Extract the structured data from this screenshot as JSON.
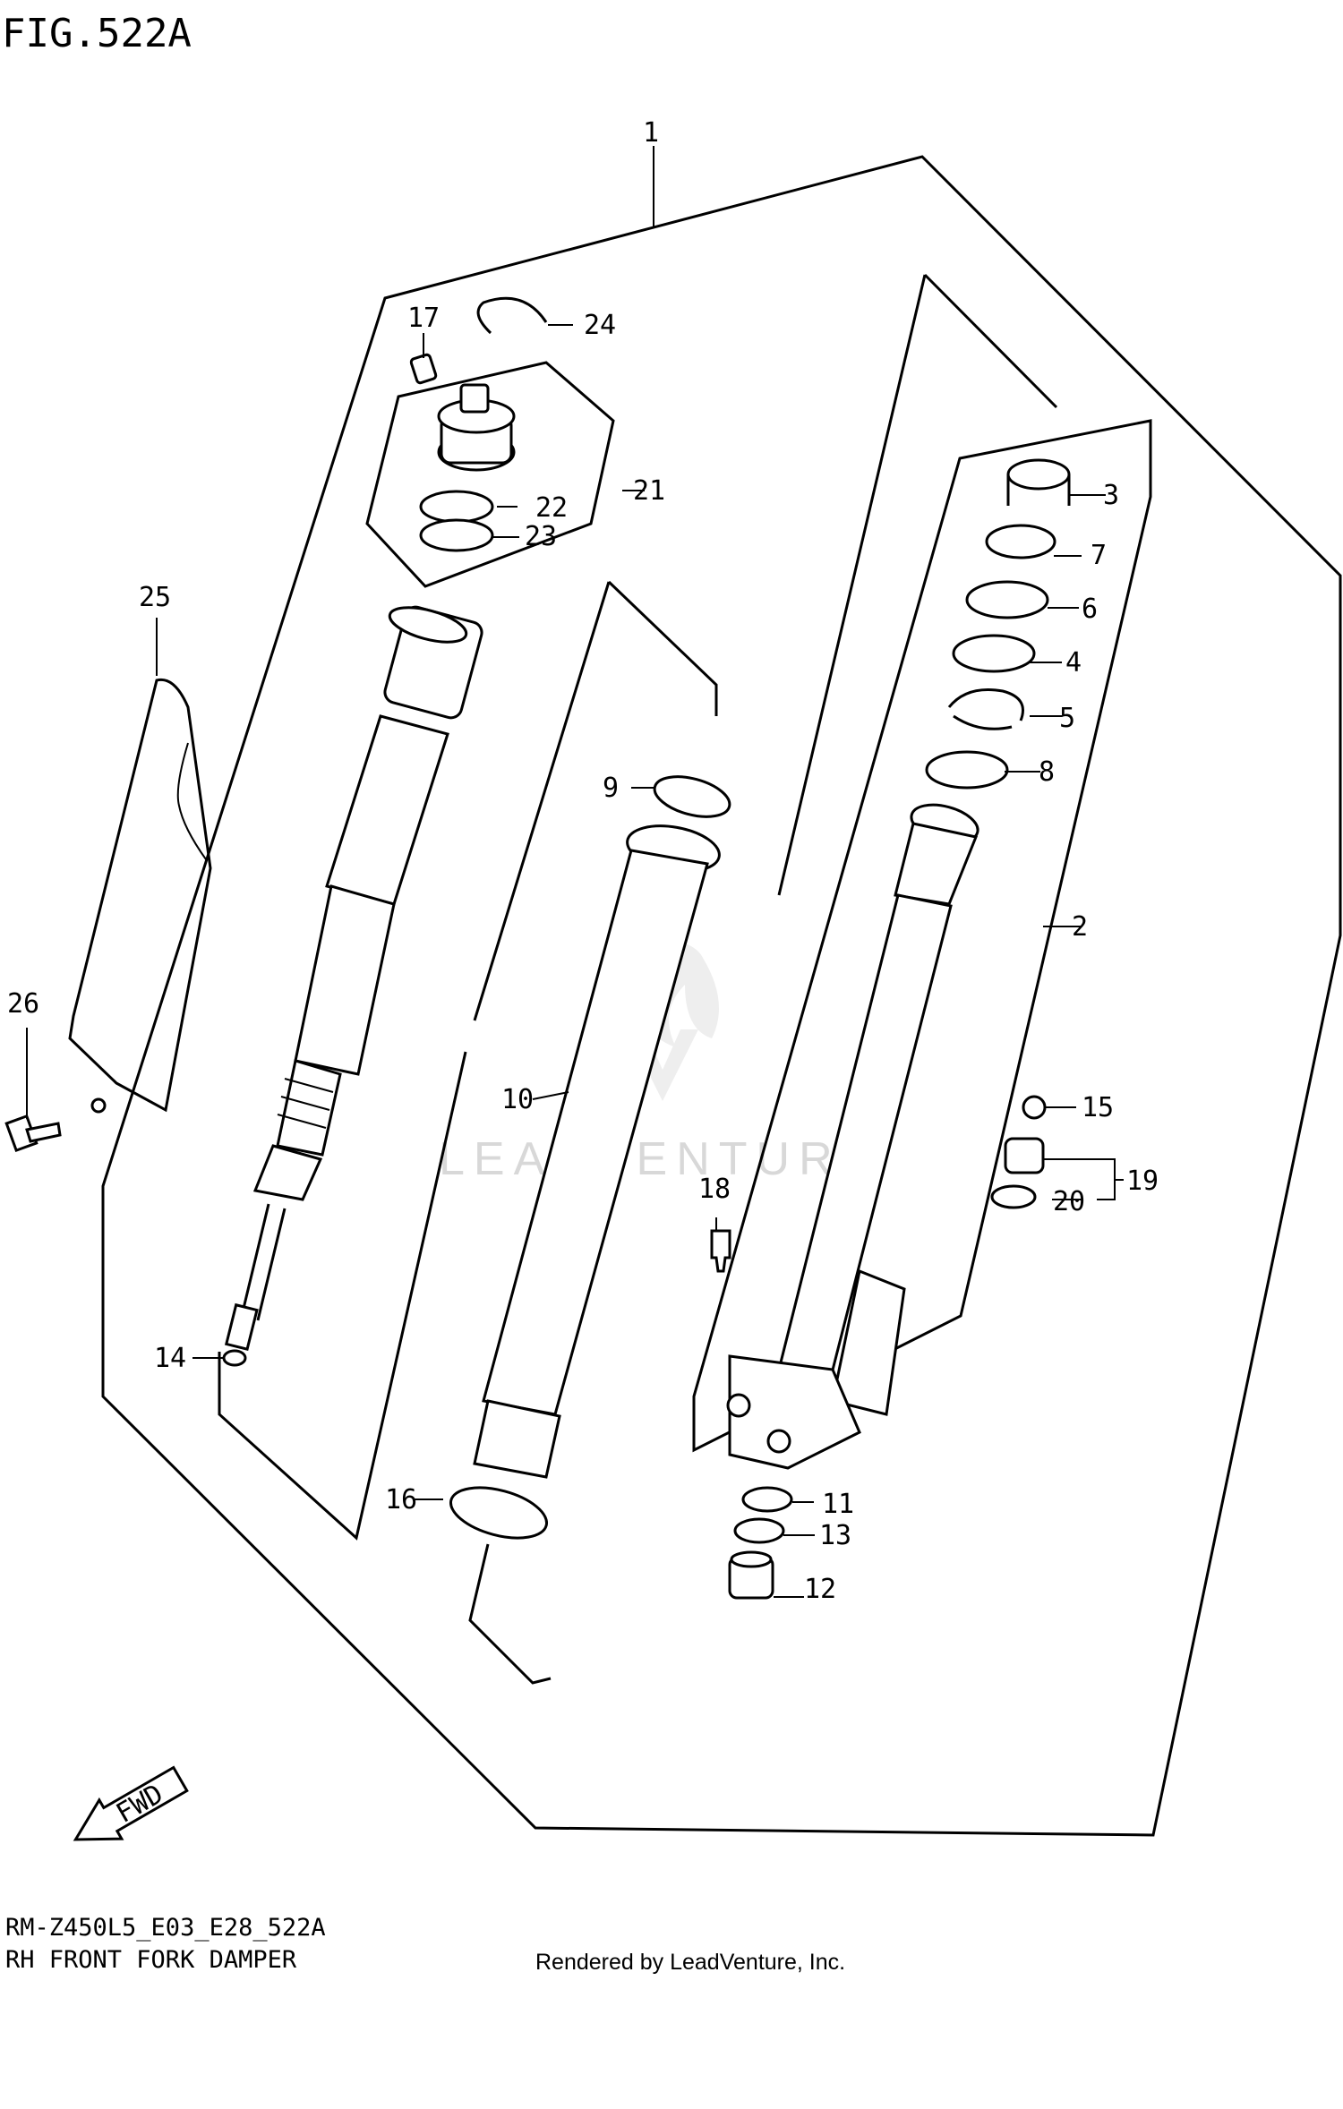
{
  "figure_title": "FIG.522A",
  "diagram_code": "RM-Z450L5_E03_E28_522A",
  "diagram_name": "RH FRONT FORK DAMPER",
  "rendered_by": "Rendered by LeadVenture, Inc.",
  "watermark": "LEADVENTURE",
  "fwd_label": "FWD",
  "callouts": {
    "c1": "1",
    "c2": "2",
    "c3": "3",
    "c4": "4",
    "c5": "5",
    "c6": "6",
    "c7": "7",
    "c8": "8",
    "c9": "9",
    "c10": "10",
    "c11": "11",
    "c12": "12",
    "c13": "13",
    "c14": "14",
    "c15": "15",
    "c16": "16",
    "c17": "17",
    "c18": "18",
    "c19": "19",
    "c20": "20",
    "c21": "21",
    "c22": "22",
    "c23": "23",
    "c24": "24",
    "c25": "25",
    "c26": "26"
  }
}
